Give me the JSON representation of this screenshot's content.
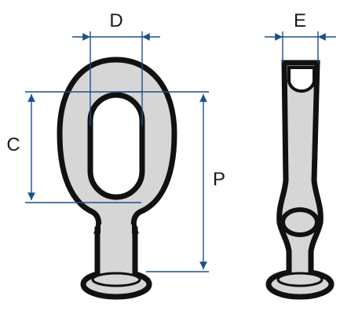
{
  "diagram": {
    "colors": {
      "part_fill": "#d6d6d6",
      "outline": "#111111",
      "dimension_line": "#1f4f8a"
    },
    "labels": {
      "D": "D",
      "E": "E",
      "C": "C",
      "P": "P"
    }
  }
}
